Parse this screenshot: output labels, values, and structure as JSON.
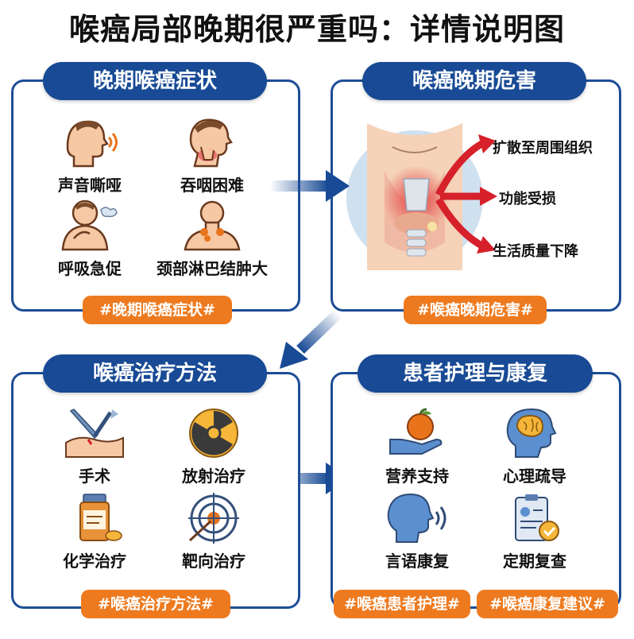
{
  "title": "喉癌局部晚期很严重吗：详情说明图",
  "colors": {
    "navy": "#184a95",
    "orange": "#ee7a1f",
    "red": "#d6212b"
  },
  "panels": [
    {
      "title": "晚期喉癌症状",
      "tag": "#晚期喉癌症状#",
      "items": [
        {
          "label": "声音嘶哑",
          "icon": "hoarse-voice-icon"
        },
        {
          "label": "吞咽困难",
          "icon": "swallowing-difficulty-icon"
        },
        {
          "label": "呼吸急促",
          "icon": "shortness-of-breath-icon"
        },
        {
          "label": "颈部淋巴结肿大",
          "icon": "swollen-lymph-node-icon"
        }
      ]
    },
    {
      "title": "喉癌晚期危害",
      "tag": "#喉癌晚期危害#",
      "effects": [
        "扩散至周围组织",
        "功能受损",
        "生活质量下降"
      ]
    },
    {
      "title": "喉癌治疗方法",
      "tag": "#喉癌治疗方法#",
      "items": [
        {
          "label": "手术",
          "icon": "scalpel-icon"
        },
        {
          "label": "放射治疗",
          "icon": "radiation-icon"
        },
        {
          "label": "化学治疗",
          "icon": "pill-bottle-icon"
        },
        {
          "label": "靶向治疗",
          "icon": "target-icon"
        }
      ]
    },
    {
      "title": "患者护理与康复",
      "tags": [
        "#喉癌患者护理#",
        "#喉癌康复建议#"
      ],
      "items": [
        {
          "label": "营养支持",
          "icon": "apple-hand-icon"
        },
        {
          "label": "心理疏导",
          "icon": "brain-head-icon"
        },
        {
          "label": "言语康复",
          "icon": "speaking-head-icon"
        },
        {
          "label": "定期复查",
          "icon": "clipboard-check-icon"
        }
      ]
    }
  ]
}
